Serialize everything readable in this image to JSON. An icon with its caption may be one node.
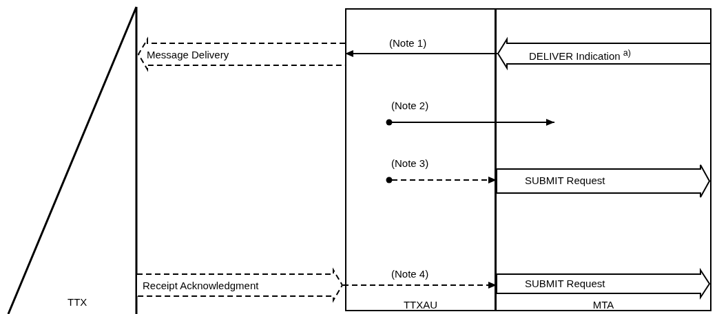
{
  "diagram": {
    "nodes": [
      {
        "text": [
          "TTX"
        ]
      },
      {
        "text": [
          "TTXAU"
        ]
      },
      {
        "text": [
          "MTA"
        ]
      },
      {
        "text": [
          "Message Delivery"
        ]
      },
      {
        "text": [
          "DELIVER Indication $^{a)}$"
        ],
        "in": 2
      },
      {
        "text": [
          "SUBMIT Request"
        ],
        "in": 2
      },
      {
        "text": [
          "Receipt Acknowledgment"
        ]
      },
      {
        "text": [
          "SUBMIT Request"
        ],
        "in": 2
      },
      {
        "text": [],
        "shape": "circle",
        "in": 1
      },
      {
        "text": [],
        "shape": "circle",
        "in": 1
      }
    ],
    "edges": [
      {
        "from": 4,
        "to": 3,
        "arrow": "to",
        "label": "(Note 1)"
      },
      {
        "from": 8,
        "to": null,
        "arrow": "to",
        "label": "(Note 2)"
      },
      {
        "from": 9,
        "to": 5,
        "arrow": "to",
        "label": "(Note 3)",
        "style": "dashed"
      },
      {
        "from": 6,
        "to": 7,
        "arrow": "to",
        "label": "(Note 4)",
        "style": "dashed"
      }
    ]
  }
}
